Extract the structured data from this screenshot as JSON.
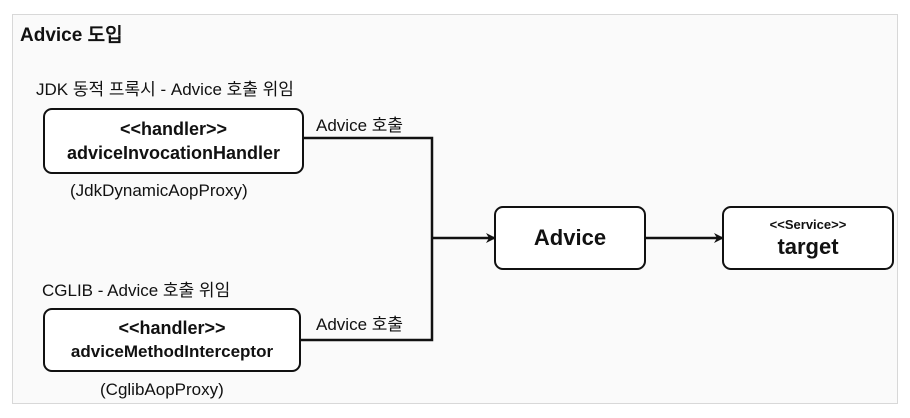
{
  "title": "Advice 도입",
  "sections": {
    "jdk_heading": "JDK 동적 프록시 -  Advice 호출 위임",
    "cglib_heading": "CGLIB - Advice 호출 위임"
  },
  "nodes": {
    "jdk_handler": {
      "stereotype": "<<handler>>",
      "name": "adviceInvocationHandler",
      "caption": "(JdkDynamicAopProxy)"
    },
    "cglib_handler": {
      "stereotype": "<<handler>>",
      "name": "adviceMethodInterceptor",
      "caption": "(CglibAopProxy)"
    },
    "advice": {
      "name": "Advice"
    },
    "target": {
      "stereotype": "<<Service>>",
      "name": "target"
    }
  },
  "edges": {
    "jdk_to_advice": "Advice 호출",
    "cglib_to_advice": "Advice 호출"
  }
}
